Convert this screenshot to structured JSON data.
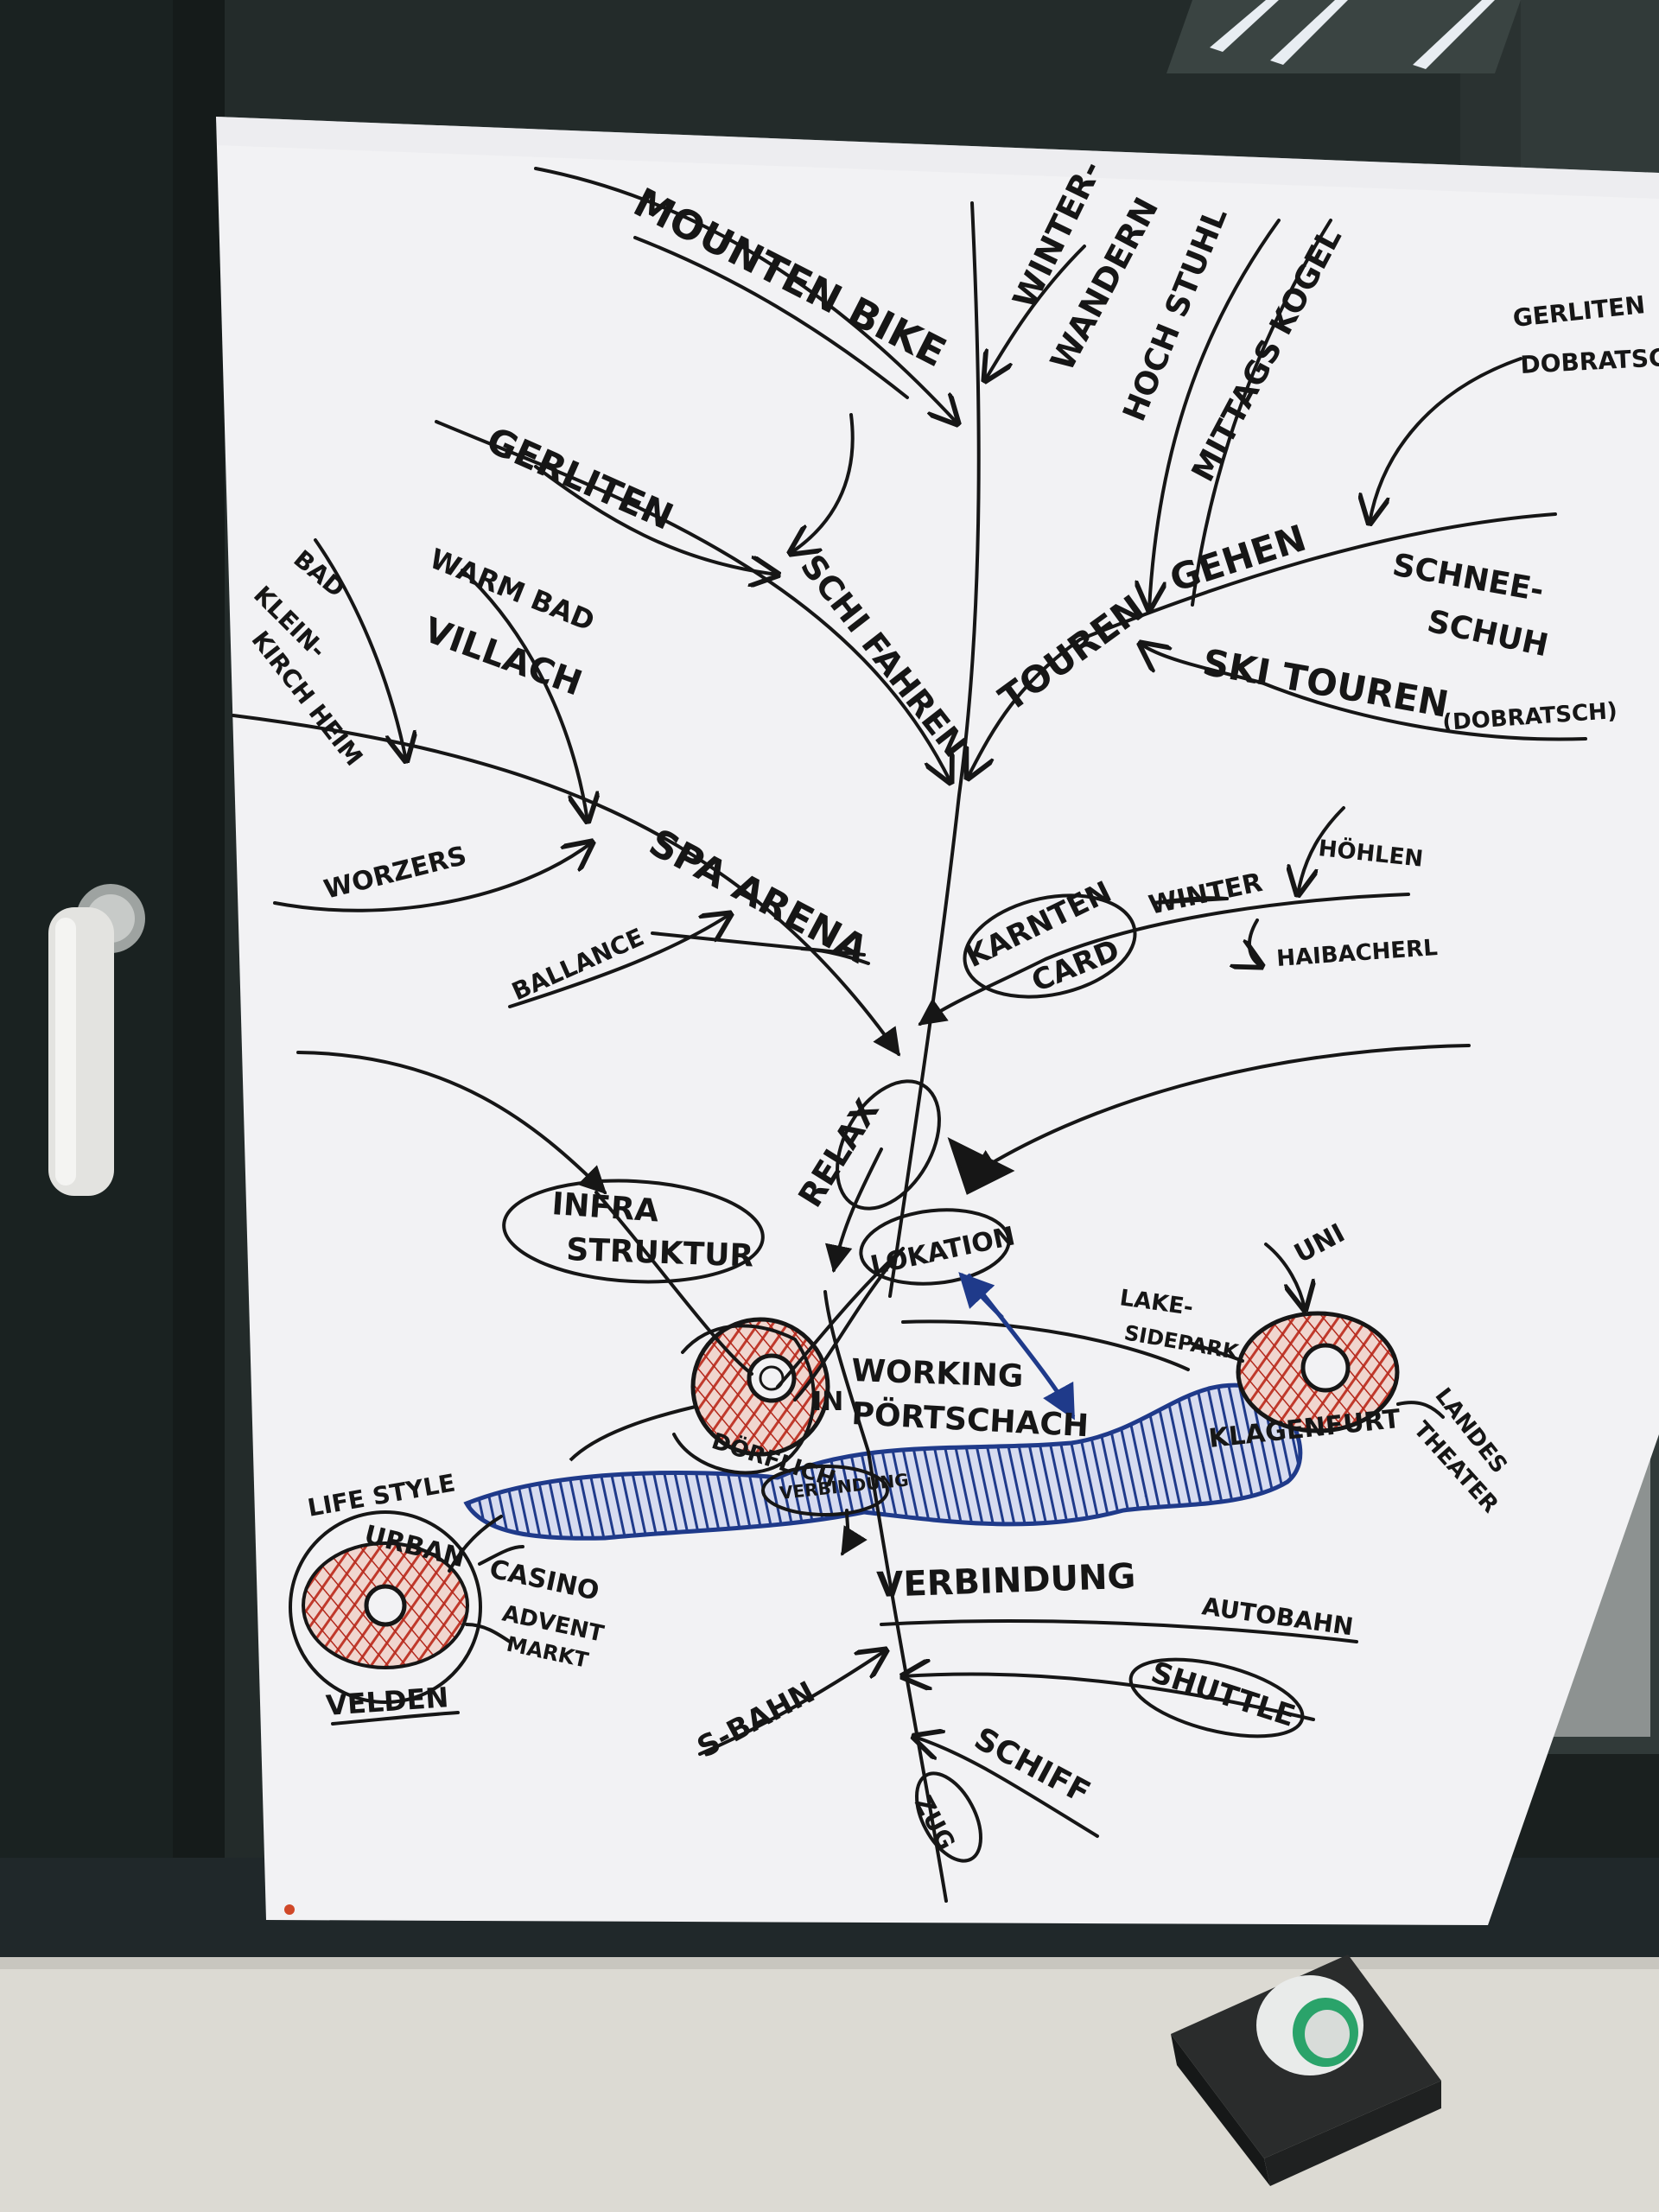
{
  "mindmap": {
    "main_branches": {
      "mounten_bike": "MOUNTEN BIKE",
      "winter_wandern_1": "WINTER-",
      "winter_wandern_2": "WANDERN",
      "hoch_stuhl": "HOCH STUHL",
      "mittags_kogel": "MITTAGS KOGEL",
      "gerliten_dobratsch_1": "GERLITEN",
      "gerliten_dobratsch_2": "DOBRATSCH",
      "gerliten": "GERLITEN",
      "schi_fahren": "SCHI FAHREN",
      "touren_gehen_1": "TOUREN",
      "touren_gehen_2": "GEHEN",
      "schnee_schuh_1": "SCHNEE-",
      "schnee_schuh_2": "SCHUH",
      "ski_touren": "SKI TOUREN",
      "dobratsch_paren": "(DOBRATSCH)",
      "bad_klein_1": "BAD",
      "bad_klein_2": "KLEIN-",
      "bad_klein_3": "KIRCH HEIM",
      "warmbad_1": "WARM BAD",
      "warmbad_2": "VILLACH",
      "worzers": "WORZERS",
      "spa_arena": "SPA ARENA",
      "ballance": "BALLANCE",
      "karnten_card_1": "KARNTEN",
      "karnten_card_2": "CARD",
      "winter": "WINTER",
      "hohlen": "HÖHLEN",
      "haibacherl": "HAIBACHERL",
      "relax": "RELAX",
      "lokation": "LOKATION",
      "infrastruktur_1": "INFRA",
      "infrastruktur_2": "STRUKTUR"
    },
    "center": {
      "in": "IN",
      "working": "WORKING",
      "portschach": "PÖRTSCHACH",
      "dorflich": "DÖRFLICH",
      "verbindung_oval": "VERBINDUNG"
    },
    "klagenfurt": {
      "name": "KLAGENFURT",
      "lakeside_1": "LAKE-",
      "lakeside_2": "SIDEPARK",
      "uni": "UNI",
      "landes_1": "LANDES",
      "landes_2": "THEATER"
    },
    "velden": {
      "name": "VELDEN",
      "lifestyle": "LIFE STYLE",
      "urban": "URBAN",
      "casino": "CASINO",
      "advent_1": "ADVENT",
      "advent_2": "MARKT"
    },
    "transport": {
      "verbindung": "VERBINDUNG",
      "autobahn": "AUTOBAHN",
      "shuttle": "SHUTTLE",
      "s_bahn": "S-BAHN",
      "schiff": "SCHIFF",
      "zug": "ZUG"
    }
  },
  "colors": {
    "wall": "#232b2a",
    "frame": "#1a2221",
    "paper": "#f2f2f4",
    "ink": "#161616",
    "red_marker": "#c0392b",
    "blue_marker": "#1f3a8a",
    "sill": "#dcdad3",
    "handle": "#e3e3e0"
  },
  "icons": {
    "door_handle": "door-handle-icon",
    "tape_dispenser": "tape-dispenser-icon"
  }
}
